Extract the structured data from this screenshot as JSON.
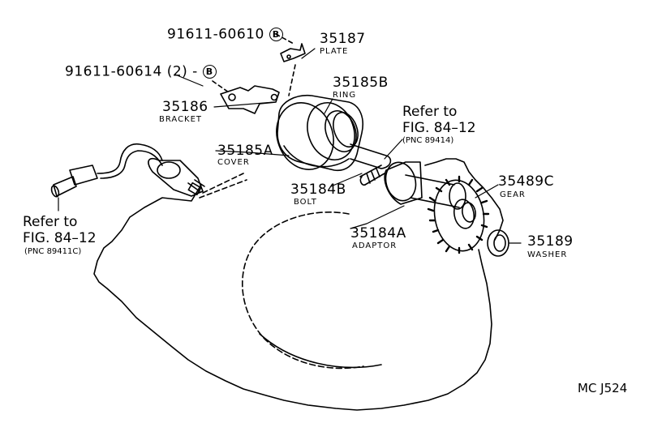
{
  "parts": {
    "p91611_60610": {
      "number": "91611-60610",
      "mark": "B"
    },
    "p91611_60614": {
      "number": "91611-60614 (2) -",
      "mark": "B"
    },
    "p35187": {
      "number": "35187",
      "name": "PLATE"
    },
    "p35185B": {
      "number": "35185B",
      "name": "RING"
    },
    "p35186": {
      "number": "35186",
      "name": "BRACKET"
    },
    "p35185A": {
      "number": "35185A",
      "name": "COVER"
    },
    "p35184B": {
      "number": "35184B",
      "name": "BOLT"
    },
    "p35184A": {
      "number": "35184A",
      "name": "ADAPTOR"
    },
    "p35489C": {
      "number": "35489C",
      "name": "GEAR"
    },
    "p35189": {
      "number": "35189",
      "name": "WASHER"
    }
  },
  "references": {
    "right": {
      "line1": "Refer to",
      "line2": "FIG. 84–12",
      "pnc": "(PNC 89414)"
    },
    "left": {
      "line1": "Refer to",
      "line2": "FIG. 84–12",
      "pnc": "(PNC 89411C)"
    }
  },
  "figure_code": "MC J524"
}
